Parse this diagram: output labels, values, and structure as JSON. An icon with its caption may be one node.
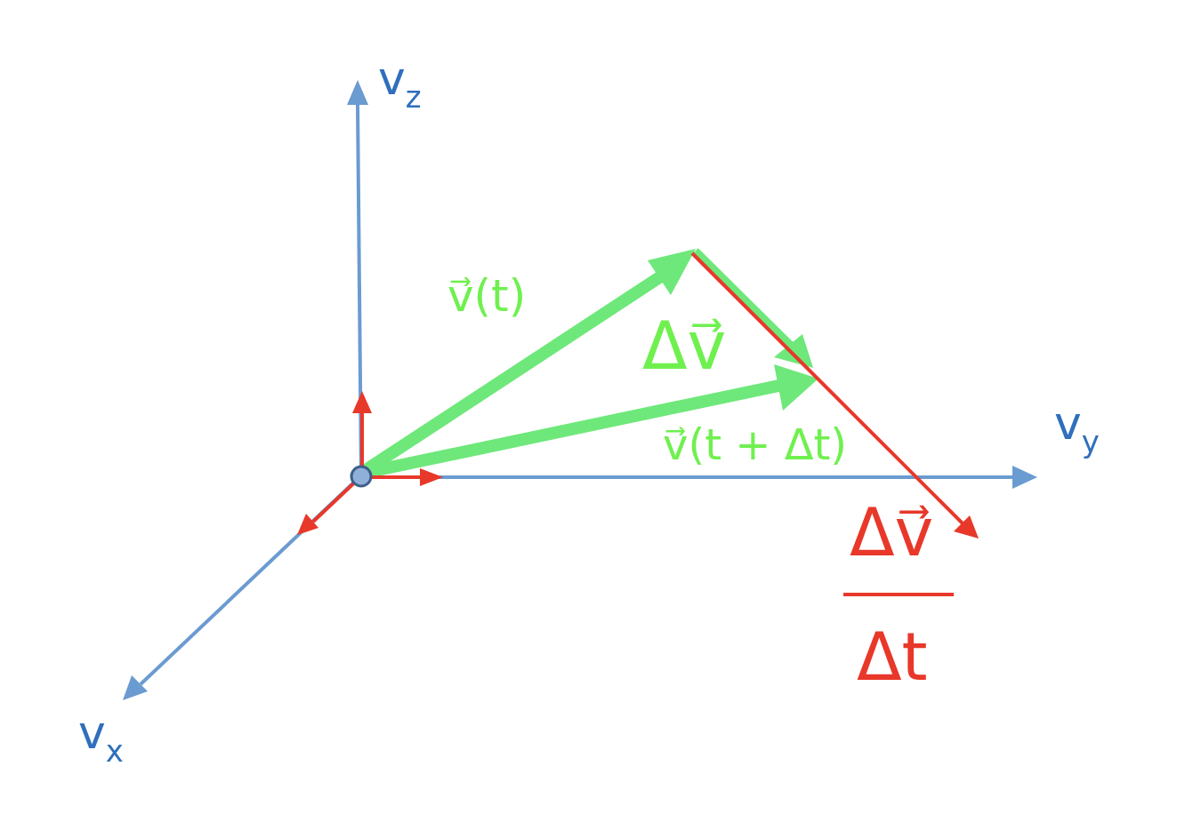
{
  "diagram": {
    "labels": [
      "v$_{z}$",
      "v$_{y}$",
      "v$_{x}$",
      "v⃗(t)",
      "Δv⃗",
      "v⃗(t + Δt)",
      "Δv⃗",
      "Δt"
    ]
  }
}
